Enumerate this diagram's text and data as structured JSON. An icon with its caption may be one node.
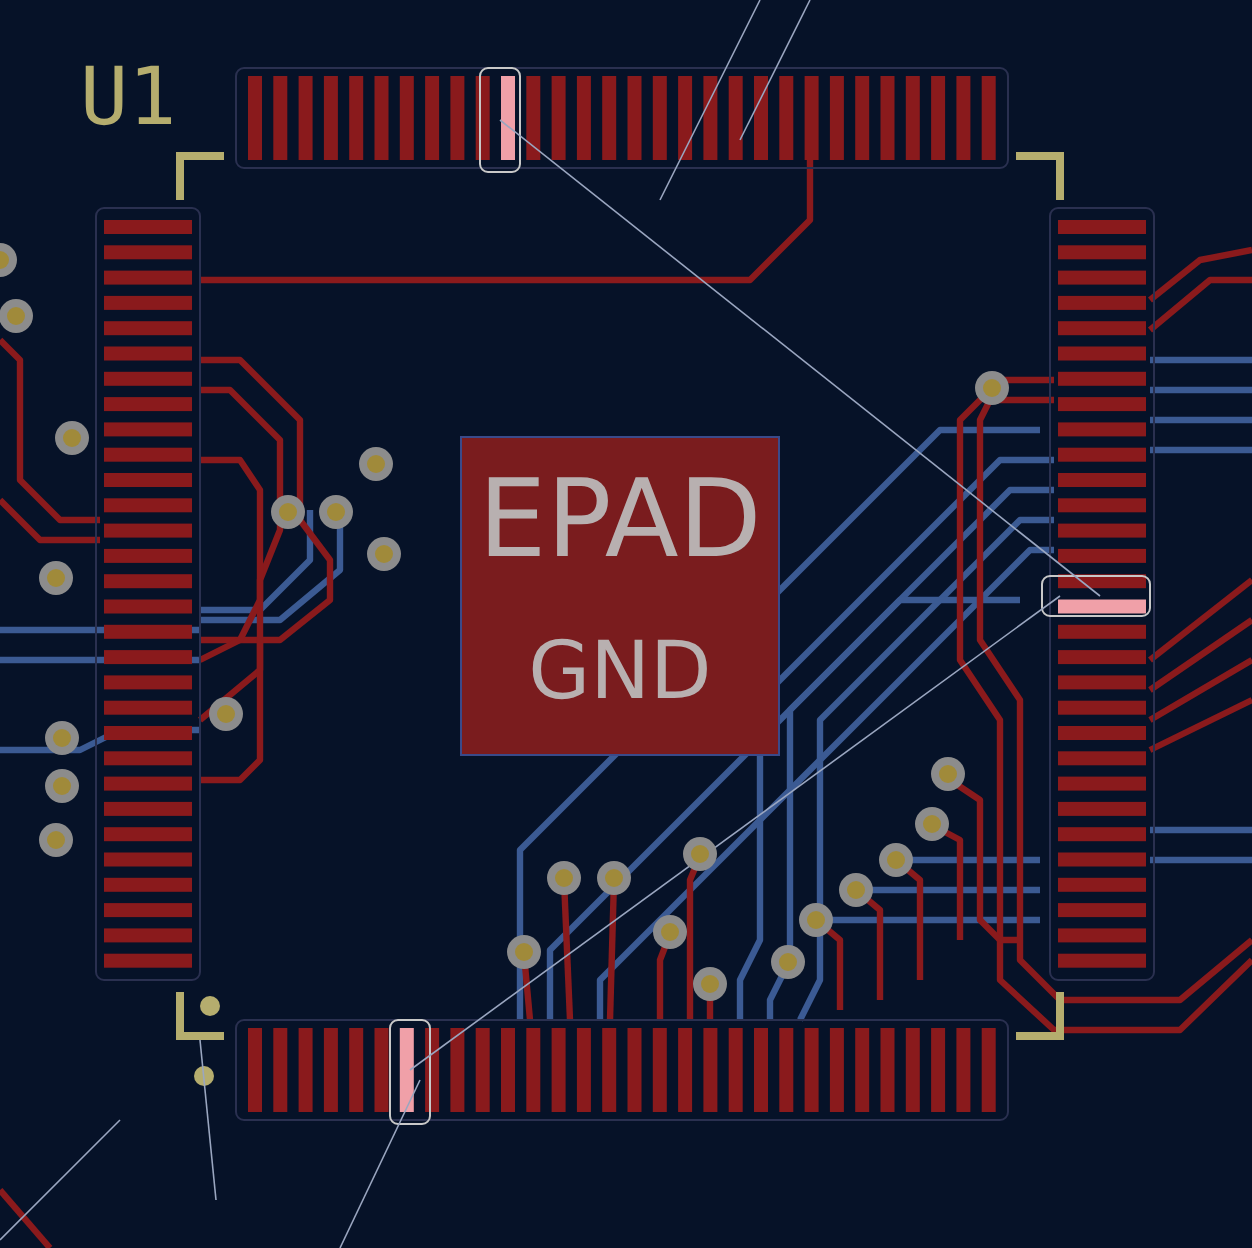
{
  "diagram": {
    "nodes": [
      {
        "text": [
          "EPAD",
          "GND"
        ]
      }
    ],
    "labels": [
      "U1"
    ]
  }
}
